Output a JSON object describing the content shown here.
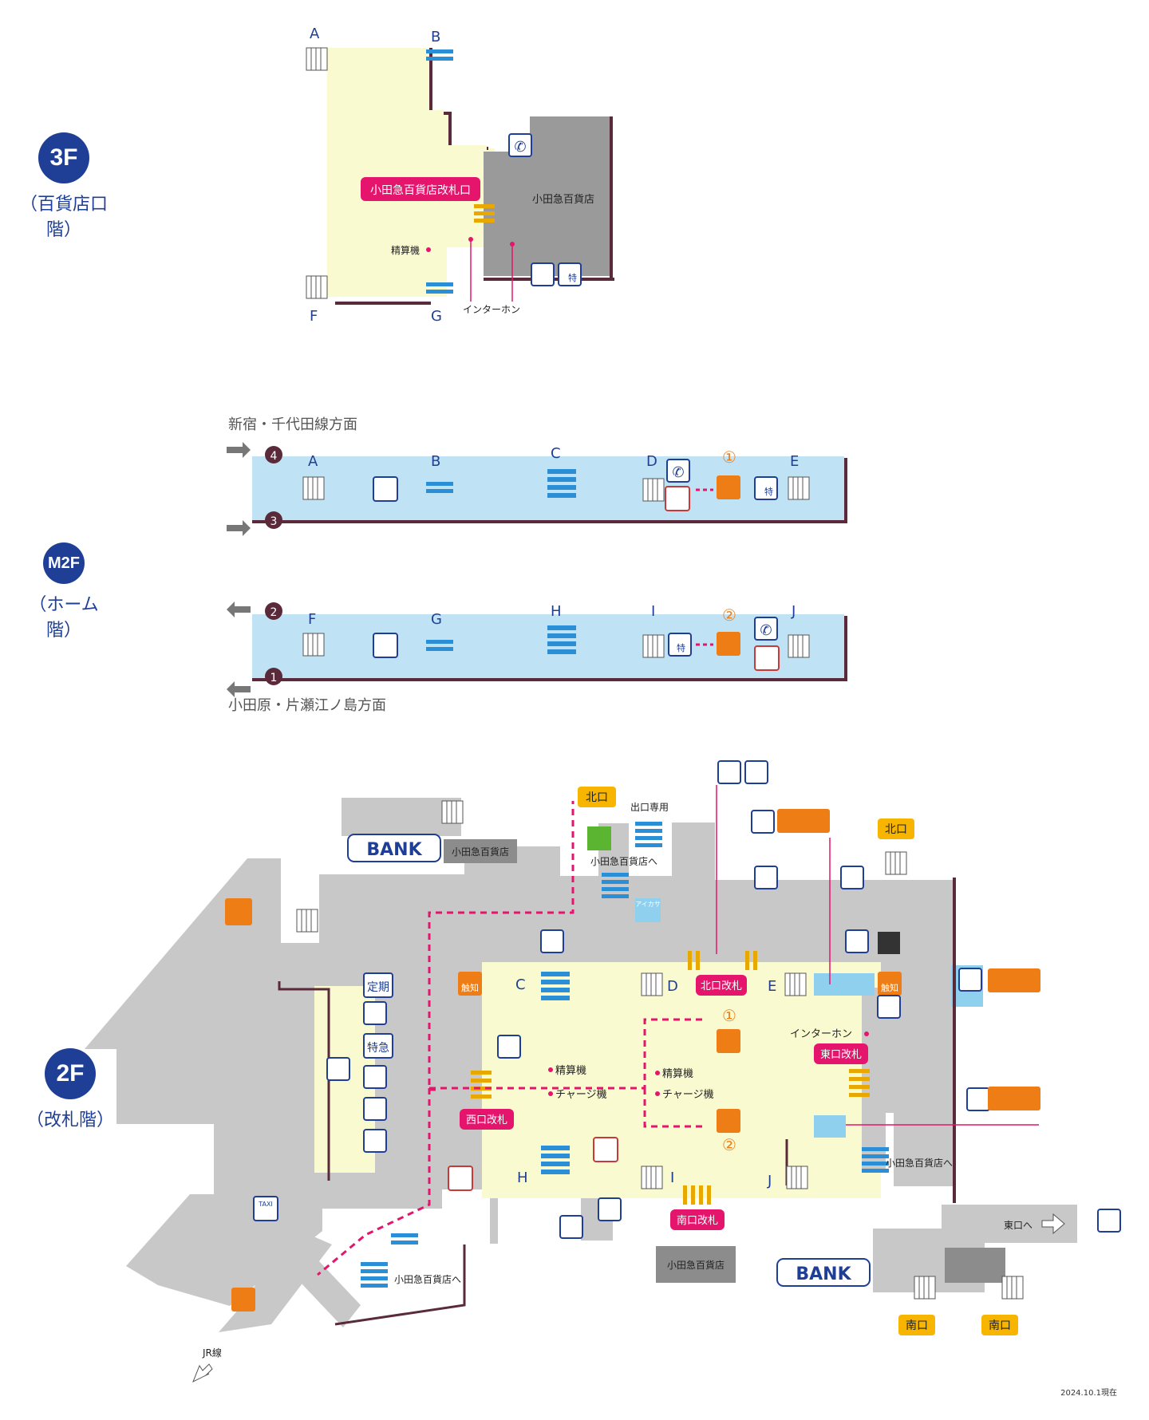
{
  "floors": {
    "f3": {
      "title": "3F",
      "subtitle": "（百貨店口階）"
    },
    "m2f": {
      "title": "M2F",
      "subtitle": "（ホーム階）"
    },
    "f2": {
      "title": "2F",
      "subtitle": "（改札階）"
    }
  },
  "f3_labels": {
    "gate": "小田急百貨店改札口",
    "dept_store": "小田急百貨店",
    "fare_machine": "精算機",
    "intercom": "インターホン",
    "letters": [
      "A",
      "B",
      "F",
      "G"
    ]
  },
  "platform": {
    "dir_up": "新宿・千代田線方面",
    "dir_down": "小田原・片瀬江ノ島方面",
    "track_4": "4",
    "track_3": "3",
    "track_2": "2",
    "track_1": "1",
    "upper_letters": [
      "A",
      "B",
      "C",
      "D",
      "E"
    ],
    "lower_letters": [
      "F",
      "G",
      "H",
      "I",
      "J"
    ],
    "elevator_1": "①",
    "elevator_2": "②"
  },
  "f2_labels": {
    "north_exit": "北口",
    "north_exit_2": "北口",
    "exit_only": "出口専用",
    "to_dept": "小田急百貨店へ",
    "dept_store": "小田急百貨店",
    "dept_store_2": "小田急百貨店",
    "bank": "BANK",
    "bank_2": "BANK",
    "north_gate": "北口改札",
    "east_gate": "東口改札",
    "west_gate": "西口改札",
    "south_gate": "南口改札",
    "fare_machine_1": "精算機",
    "fare_machine_2": "精算機",
    "charge_machine_1": "チャージ機",
    "charge_machine_2": "チャージ機",
    "intercom": "インターホン",
    "to_dept_2": "小田急百貨店へ",
    "to_dept_3": "小田急百貨店へ",
    "to_east": "東口へ",
    "south_exit_1": "南口",
    "south_exit_2": "南口",
    "jr_line": "JR線",
    "taxi": "TAXI",
    "teiki": "定期",
    "tokkyu": "特急",
    "shokuchi": "触知",
    "shokuchi_2": "触知",
    "aikasa": "アイカサ",
    "letters": {
      "C": "C",
      "D": "D",
      "E": "E",
      "H": "H",
      "I": "I",
      "J": "J"
    },
    "elev_1": "①",
    "elev_2": "②"
  },
  "date": "2024.10.1現在"
}
